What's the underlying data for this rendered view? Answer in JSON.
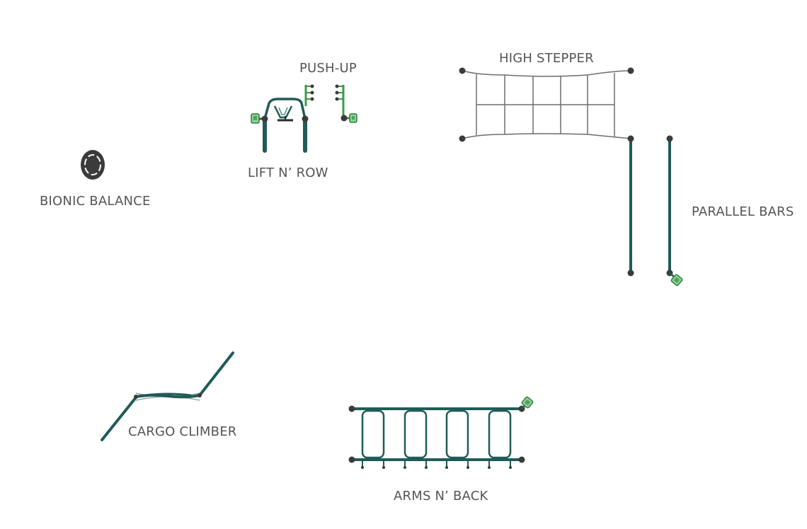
{
  "labels": {
    "push_up": "PUSH-UP",
    "high_stepper": "HIGH STEPPER",
    "lift_n_row": "LIFT N’ ROW",
    "bionic_balance": "BIONIC BALANCE",
    "parallel_bars": "PARALLEL BARS",
    "cargo_climber": "CARGO CLIMBER",
    "arms_n_back": "ARMS N’ BACK"
  },
  "colors": {
    "post_teal": "#1f5c57",
    "bright_green": "#3a9a4a",
    "post_dark": "#3b3b3b",
    "net_gray": "#6d6d6d",
    "label_gray": "#555555"
  },
  "icons": {
    "sign_plate": "sign-icon",
    "balance_disc": "balance-disc-icon"
  }
}
